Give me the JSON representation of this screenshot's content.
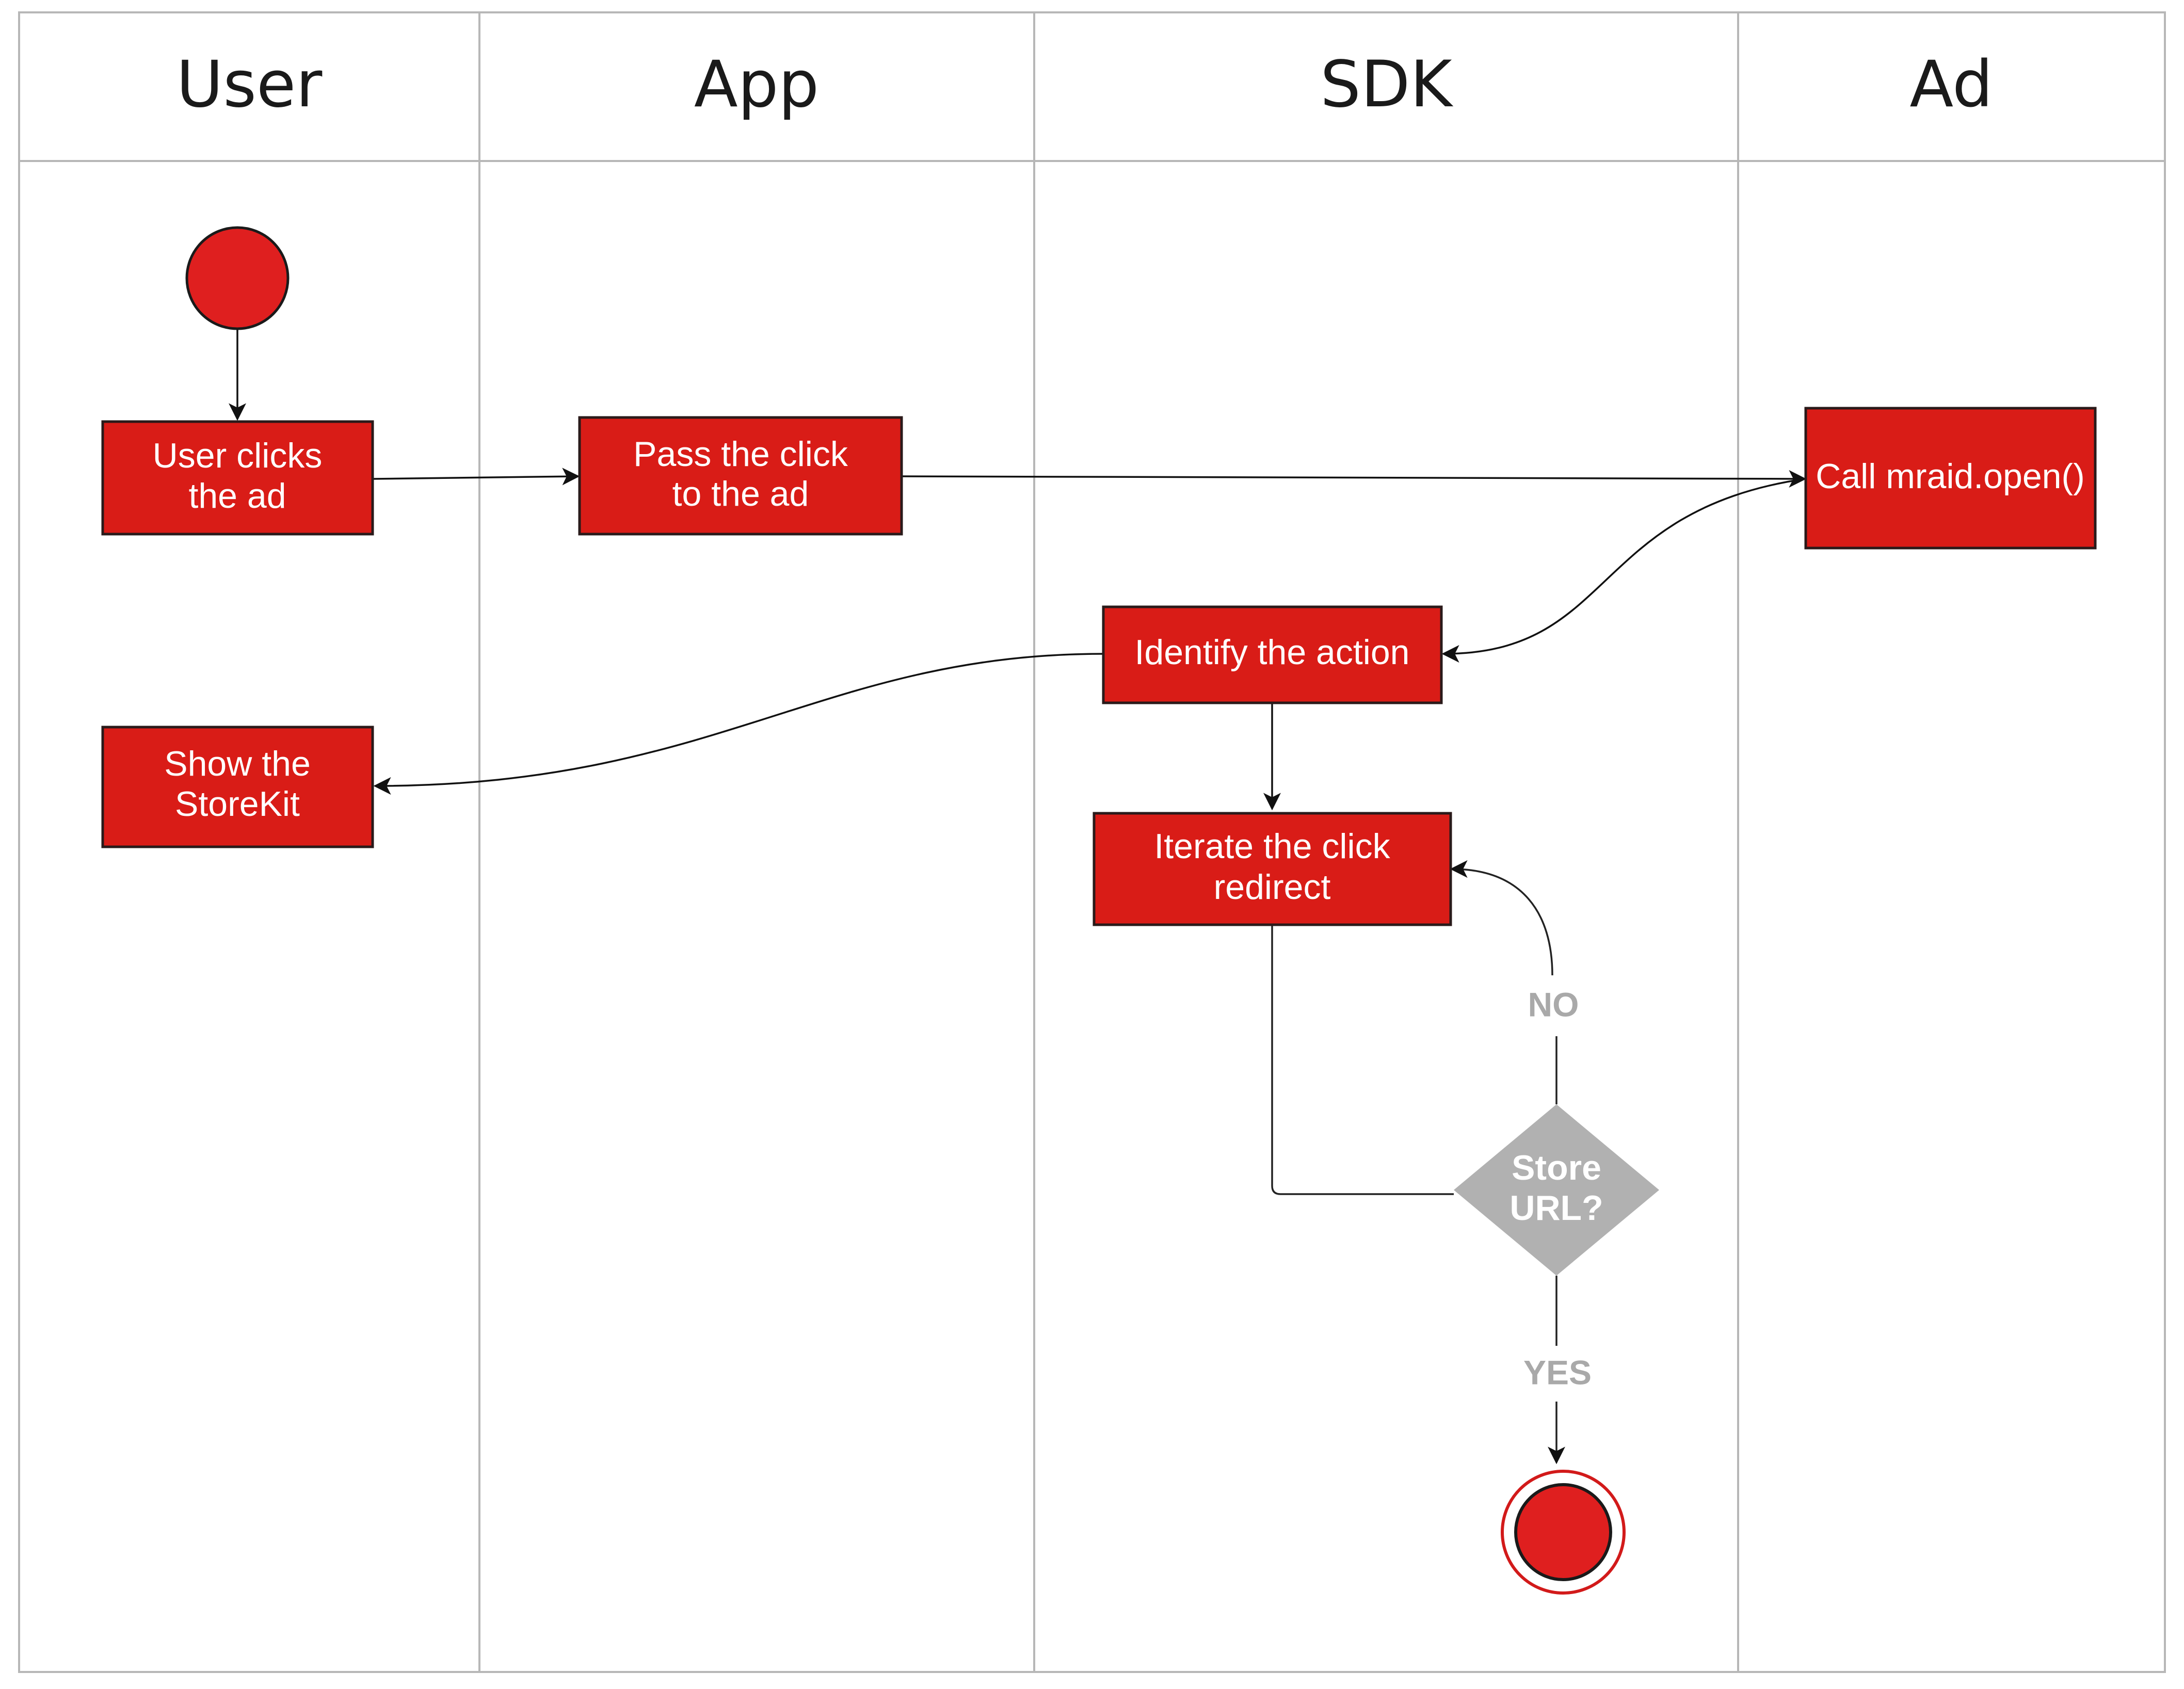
{
  "colors": {
    "node_fill": "#d91c17",
    "node_stroke": "#2a1a1a",
    "decision_fill": "#b1b1b1",
    "branch_label": "#a9a9a9",
    "lane_border": "#b7b7b7"
  },
  "lanes": [
    {
      "id": "user",
      "title": "User"
    },
    {
      "id": "app",
      "title": "App"
    },
    {
      "id": "sdk",
      "title": "SDK"
    },
    {
      "id": "ad",
      "title": "Ad"
    }
  ],
  "nodes": {
    "start": {
      "shape": "start-circle"
    },
    "user_clicks": {
      "lines": [
        "User clicks",
        "the ad"
      ]
    },
    "pass_click": {
      "lines": [
        "Pass the click",
        "to the ad"
      ]
    },
    "call_mraid": {
      "lines": [
        "Call mraid.open()"
      ]
    },
    "identify_action": {
      "lines": [
        "Identify the action"
      ]
    },
    "show_storekit": {
      "lines": [
        "Show the",
        "StoreKit"
      ]
    },
    "iterate_redirect": {
      "lines": [
        "Iterate the click",
        "redirect"
      ]
    },
    "store_url": {
      "shape": "decision",
      "lines": [
        "Store",
        "URL?"
      ]
    },
    "end": {
      "shape": "end-circle"
    }
  },
  "edges": [
    {
      "from": "start",
      "to": "user_clicks"
    },
    {
      "from": "user_clicks",
      "to": "pass_click"
    },
    {
      "from": "pass_click",
      "to": "call_mraid"
    },
    {
      "from": "call_mraid",
      "to": "identify_action"
    },
    {
      "from": "identify_action",
      "to": "show_storekit"
    },
    {
      "from": "identify_action",
      "to": "iterate_redirect"
    },
    {
      "from": "iterate_redirect",
      "to": "store_url"
    },
    {
      "from": "store_url",
      "to": "iterate_redirect",
      "label": "NO"
    },
    {
      "from": "store_url",
      "to": "end",
      "label": "YES"
    }
  ]
}
